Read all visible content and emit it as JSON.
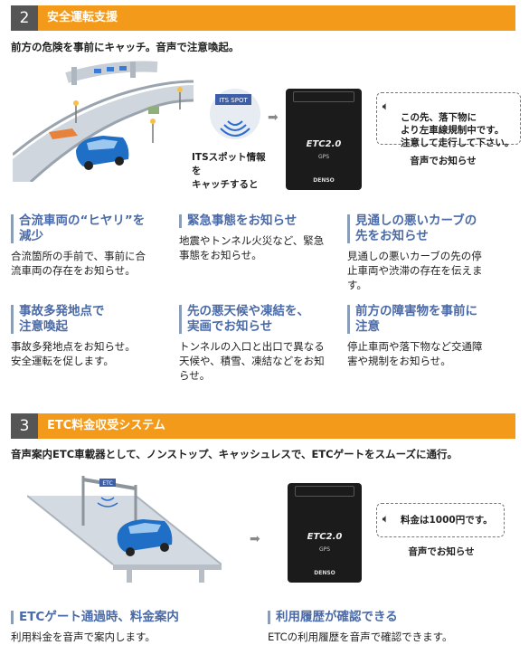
{
  "section2": {
    "number": "2",
    "title": "安全運転支援",
    "lead": "前方の危険を事前にキャッチ。音声で注意喚起。",
    "its_caption": "ITSスポット情報を\nキャッチすると",
    "bubble_text": "この先、落下物に\nより左車線規制中です。\n注意して走行して下さい。",
    "bubble_caption": "音声でお知らせ",
    "device": {
      "logo": "ETC2.0",
      "gps": "GPS",
      "brand": "DENSO"
    },
    "its_sign": "ITS SPOT",
    "features": [
      {
        "title": "合流車両の“ヒヤリ”を\n減少",
        "desc": "合流箇所の手前で、事前に合\n流車両の存在をお知らせ。"
      },
      {
        "title": "緊急事態をお知らせ",
        "desc": "地震やトンネル火災など、緊急\n事態をお知らせ。"
      },
      {
        "title": "見通しの悪いカーブの\n先をお知らせ",
        "desc": "見通しの悪いカーブの先の停\n止車両や渋滞の存在を伝えま\nす。"
      },
      {
        "title": "事故多発地点で\n注意喚起",
        "desc": "事故多発地点をお知らせ。\n安全運転を促します。"
      },
      {
        "title": "先の悪天候や凍結を、\n実画でお知らせ",
        "desc": "トンネルの入口と出口で異なる\n天候や、積雪、凍結などをお知\nらせ。"
      },
      {
        "title": "前方の障害物を事前に\n注意",
        "desc": "停止車両や落下物など交通障\n害や規制をお知らせ。"
      }
    ]
  },
  "section3": {
    "number": "3",
    "title": "ETC料金収受システム",
    "lead": "音声案内ETC車載器として、ノンストップ、キャッシュレスで、ETCゲートをスムーズに通行。",
    "gate_label": "ETC",
    "bubble_text": "料金は1000円です。",
    "bubble_caption": "音声でお知らせ",
    "device": {
      "logo": "ETC2.0",
      "gps": "GPS",
      "brand": "DENSO"
    },
    "features": [
      {
        "title": "ETCゲート通過時、料金案内",
        "desc": "利用料金を音声で案内します。"
      },
      {
        "title": "利用履歴が確認できる",
        "desc": "ETCの利用履歴を音声で確認できます。"
      }
    ]
  },
  "colors": {
    "accent": "#f49a1b",
    "title_blue": "#4a6aa8",
    "car_blue": "#1f6fc6"
  },
  "icons": {
    "speaker": "speaker-icon",
    "arrow": "arrow-right-icon",
    "signal": "signal-waves-icon"
  }
}
